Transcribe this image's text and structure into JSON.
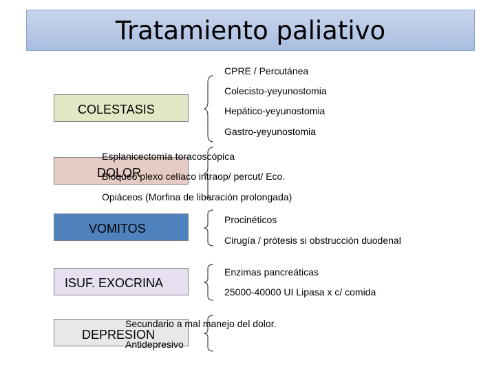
{
  "title": "Tratamiento paliativo",
  "sections": [
    {
      "label": "COLESTASIS",
      "color": "#e4e7c5",
      "items": [
        "CPRE / Percutánea",
        "Colecisto-yeyunostomia",
        "Hepático-yeyunostomia",
        "Gastro-yeyunostomia"
      ]
    },
    {
      "label": "DOLOR",
      "color": "#e6cbc4",
      "items": [
        "Esplanicectomía toracoscópica",
        "Bloqueo plexo celíaco intraop/ percut/ Eco.",
        "Opiáceos (Morfina de liberación prolongada)"
      ]
    },
    {
      "label": "VOMITOS",
      "color": "#4f81bd",
      "items": [
        "Procinéticos",
        "Cirugía / prótesis si obstrucción duodenal"
      ]
    },
    {
      "label": "ISUF. EXOCRINA",
      "color": "#e6e0f0",
      "items": [
        "Enzimas pancreáticas",
        "25000-40000 UI Lipasa x c/ comida"
      ]
    },
    {
      "label": "DEPRESION",
      "color": "#e8e8e8",
      "items": [
        "Secundario a mal manejo del dolor.",
        "Antidepresivo"
      ]
    }
  ]
}
